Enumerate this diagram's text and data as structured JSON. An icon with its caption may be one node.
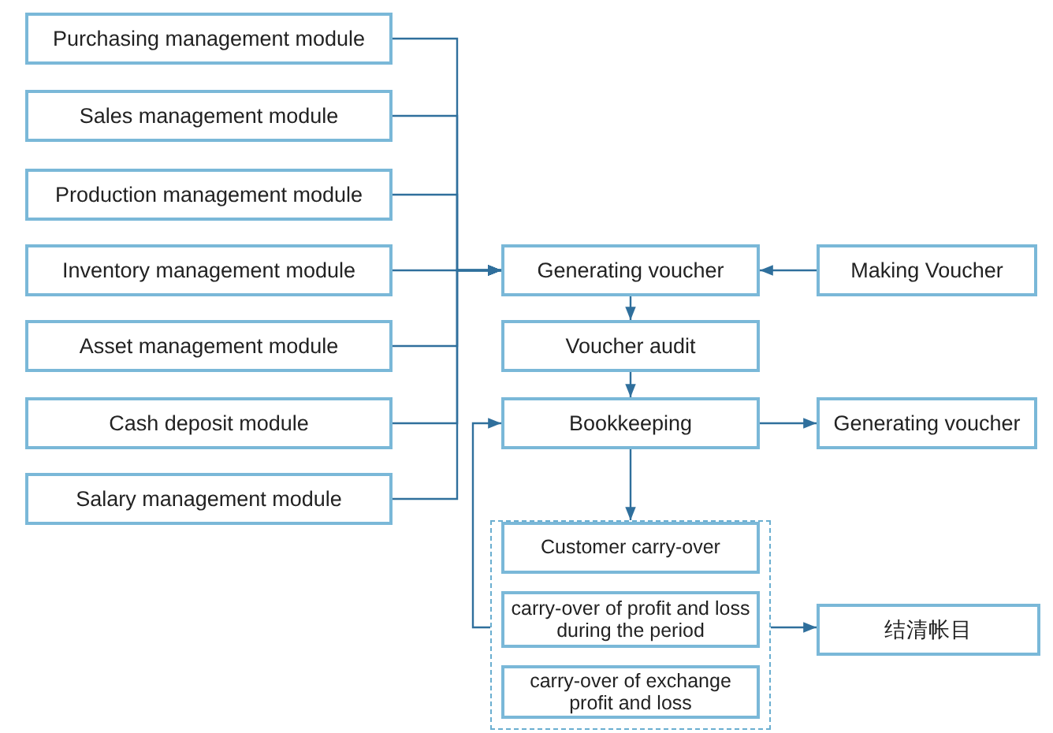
{
  "diagram": {
    "nodes": [
      {
        "text": [
          "Purchasing management  module"
        ]
      },
      {
        "text": [
          "Sales management module"
        ]
      },
      {
        "text": [
          "Production management module"
        ]
      },
      {
        "text": [
          "Inventory management module"
        ]
      },
      {
        "text": [
          "Asset management module"
        ]
      },
      {
        "text": [
          "Cash deposit module"
        ]
      },
      {
        "text": [
          "Salary management module"
        ]
      },
      {
        "text": [
          "Generating voucher"
        ]
      },
      {
        "text": [
          "Making Voucher"
        ]
      },
      {
        "text": [
          "Voucher audit"
        ]
      },
      {
        "text": [
          "Bookkeeping"
        ]
      },
      {
        "text": [
          "Generating voucher"
        ]
      },
      {
        "text": [],
        "shape": "box"
      },
      {
        "text": [
          "Customer carry-over"
        ],
        "in": 12
      },
      {
        "text": [
          "carry-over of profit and loss during the period"
        ],
        "in": 12
      },
      {
        "text": [
          "carry-over of exchange profit and loss"
        ],
        "in": 12
      },
      {
        "text": [
          "结清帐目"
        ]
      }
    ],
    "edges": [
      {
        "from": 0,
        "to": 7,
        "arrow": "to"
      },
      {
        "from": 1,
        "to": 7,
        "arrow": "to"
      },
      {
        "from": 2,
        "to": 7,
        "arrow": "to"
      },
      {
        "from": 3,
        "to": 7,
        "arrow": "to"
      },
      {
        "from": 4,
        "to": 7,
        "arrow": "to"
      },
      {
        "from": 5,
        "to": 7,
        "arrow": "to"
      },
      {
        "from": 6,
        "to": 7,
        "arrow": "to"
      },
      {
        "from": 8,
        "to": 7,
        "arrow": "to"
      },
      {
        "from": 7,
        "to": 9,
        "arrow": "to"
      },
      {
        "from": 9,
        "to": 10,
        "arrow": "to"
      },
      {
        "from": 10,
        "to": 11,
        "arrow": "to"
      },
      {
        "from": 10,
        "to": 12,
        "arrow": "to"
      },
      {
        "from": 12,
        "to": 10,
        "arrow": "to"
      },
      {
        "from": 12,
        "to": 16,
        "arrow": "to"
      }
    ]
  }
}
